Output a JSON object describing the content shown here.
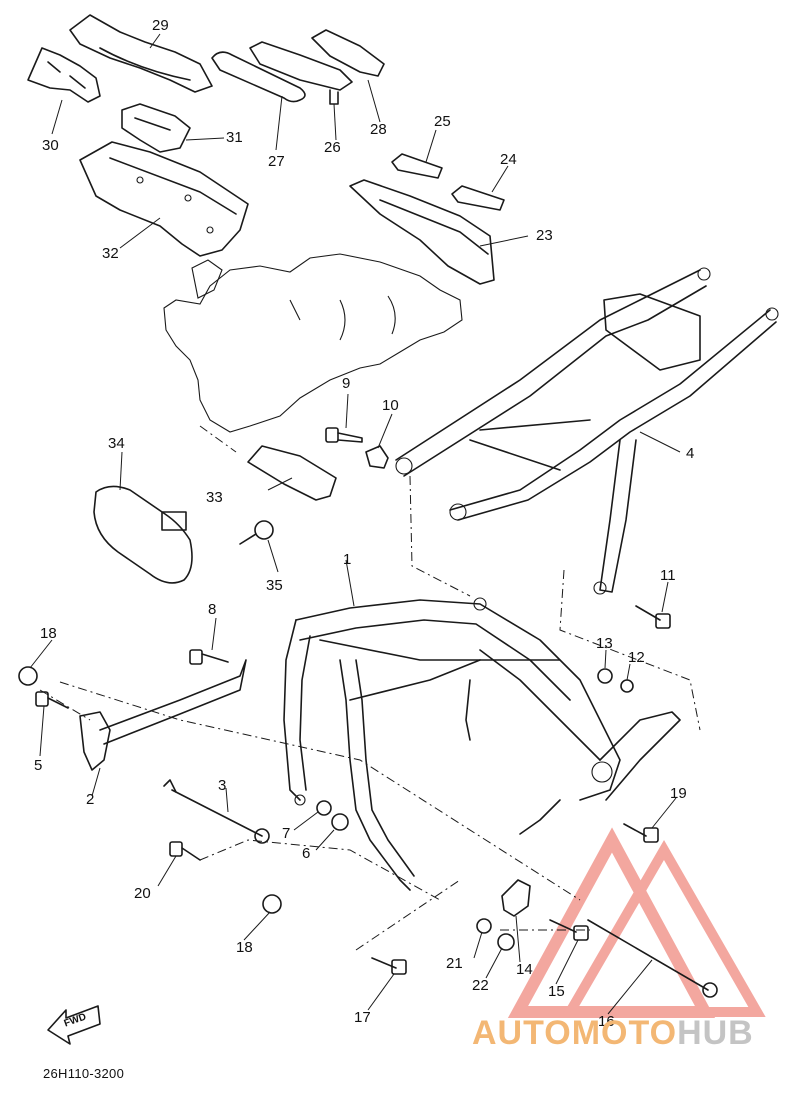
{
  "diagram": {
    "drawing_code": "26H110-3200",
    "front_arrow_label": "FWD",
    "callouts": [
      {
        "id": "1",
        "text": "1"
      },
      {
        "id": "2",
        "text": "2"
      },
      {
        "id": "3",
        "text": "3"
      },
      {
        "id": "4",
        "text": "4"
      },
      {
        "id": "5",
        "text": "5"
      },
      {
        "id": "6",
        "text": "6"
      },
      {
        "id": "7",
        "text": "7"
      },
      {
        "id": "8",
        "text": "8"
      },
      {
        "id": "9",
        "text": "9"
      },
      {
        "id": "10",
        "text": "10"
      },
      {
        "id": "11",
        "text": "11"
      },
      {
        "id": "12",
        "text": "12"
      },
      {
        "id": "13",
        "text": "13"
      },
      {
        "id": "14",
        "text": "14"
      },
      {
        "id": "15",
        "text": "15"
      },
      {
        "id": "16",
        "text": "16"
      },
      {
        "id": "17",
        "text": "17"
      },
      {
        "id": "18a",
        "text": "18"
      },
      {
        "id": "18b",
        "text": "18"
      },
      {
        "id": "19",
        "text": "19"
      },
      {
        "id": "20",
        "text": "20"
      },
      {
        "id": "21",
        "text": "21"
      },
      {
        "id": "22",
        "text": "22"
      },
      {
        "id": "23",
        "text": "23"
      },
      {
        "id": "24",
        "text": "24"
      },
      {
        "id": "25",
        "text": "25"
      },
      {
        "id": "26",
        "text": "26"
      },
      {
        "id": "27",
        "text": "27"
      },
      {
        "id": "28",
        "text": "28"
      },
      {
        "id": "29",
        "text": "29"
      },
      {
        "id": "30",
        "text": "30"
      },
      {
        "id": "31",
        "text": "31"
      },
      {
        "id": "32",
        "text": "32"
      },
      {
        "id": "33",
        "text": "33"
      },
      {
        "id": "34",
        "text": "34"
      },
      {
        "id": "35",
        "text": "35"
      }
    ]
  },
  "watermark": {
    "part_a": "AUTOMOTO",
    "part_b": "HUB",
    "color_a": "#f3b774",
    "color_b": "#c4c4c4",
    "logo_color": "#ef8a80"
  }
}
